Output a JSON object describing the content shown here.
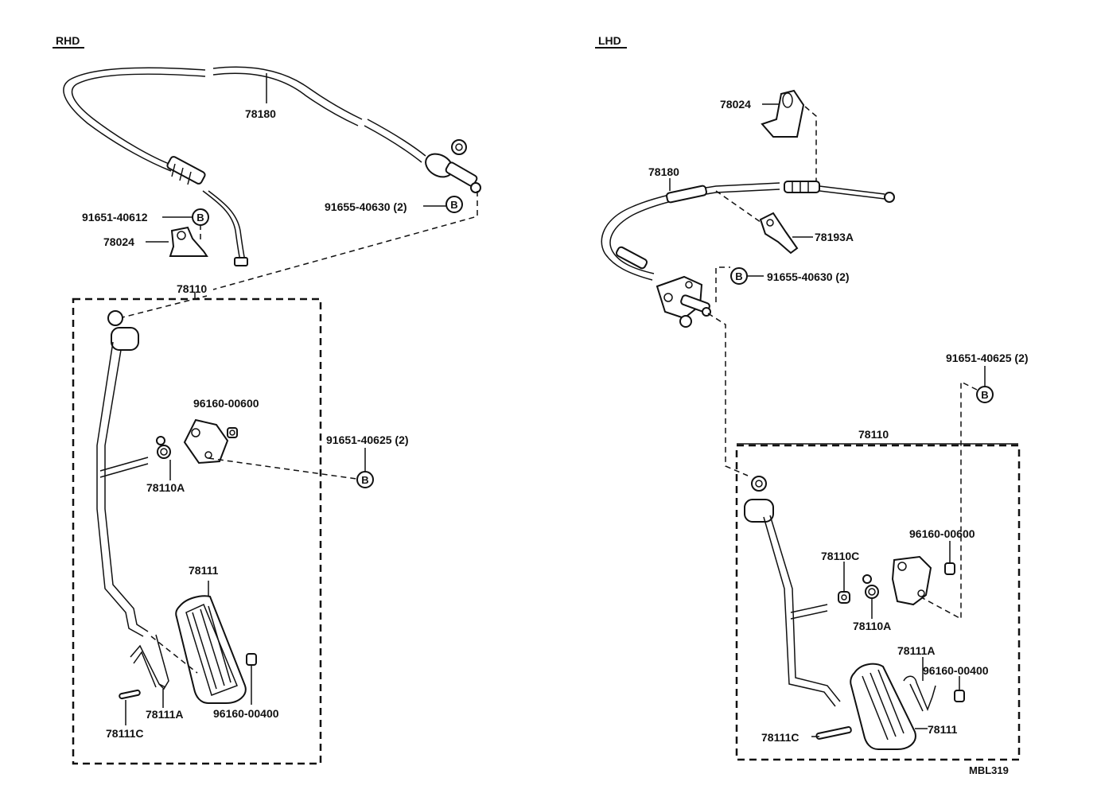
{
  "sections": {
    "rhd": "RHD",
    "lhd": "LHD"
  },
  "bolt_symbol": "B",
  "ref_code": "MBL319",
  "rhd_labels": {
    "p78180": "78180",
    "p91651_40612": "91651-40612",
    "p78024": "78024",
    "p91655_40630": "91655-40630 (2)",
    "p78110": "78110",
    "p96160_00600": "96160-00600",
    "p91651_40625": "91651-40625 (2)",
    "p78110A": "78110A",
    "p78111": "78111",
    "p78111A": "78111A",
    "p96160_00400": "96160-00400",
    "p78111C": "78111C"
  },
  "lhd_labels": {
    "p78024": "78024",
    "p78180": "78180",
    "p78193A": "78193A",
    "p91655_40630": "91655-40630 (2)",
    "p91651_40625": "91651-40625 (2)",
    "p78110": "78110",
    "p96160_00600": "96160-00600",
    "p78110C": "78110C",
    "p78110A": "78110A",
    "p78111A": "78111A",
    "p96160_00400": "96160-00400",
    "p78111C": "78111C",
    "p78111": "78111"
  }
}
